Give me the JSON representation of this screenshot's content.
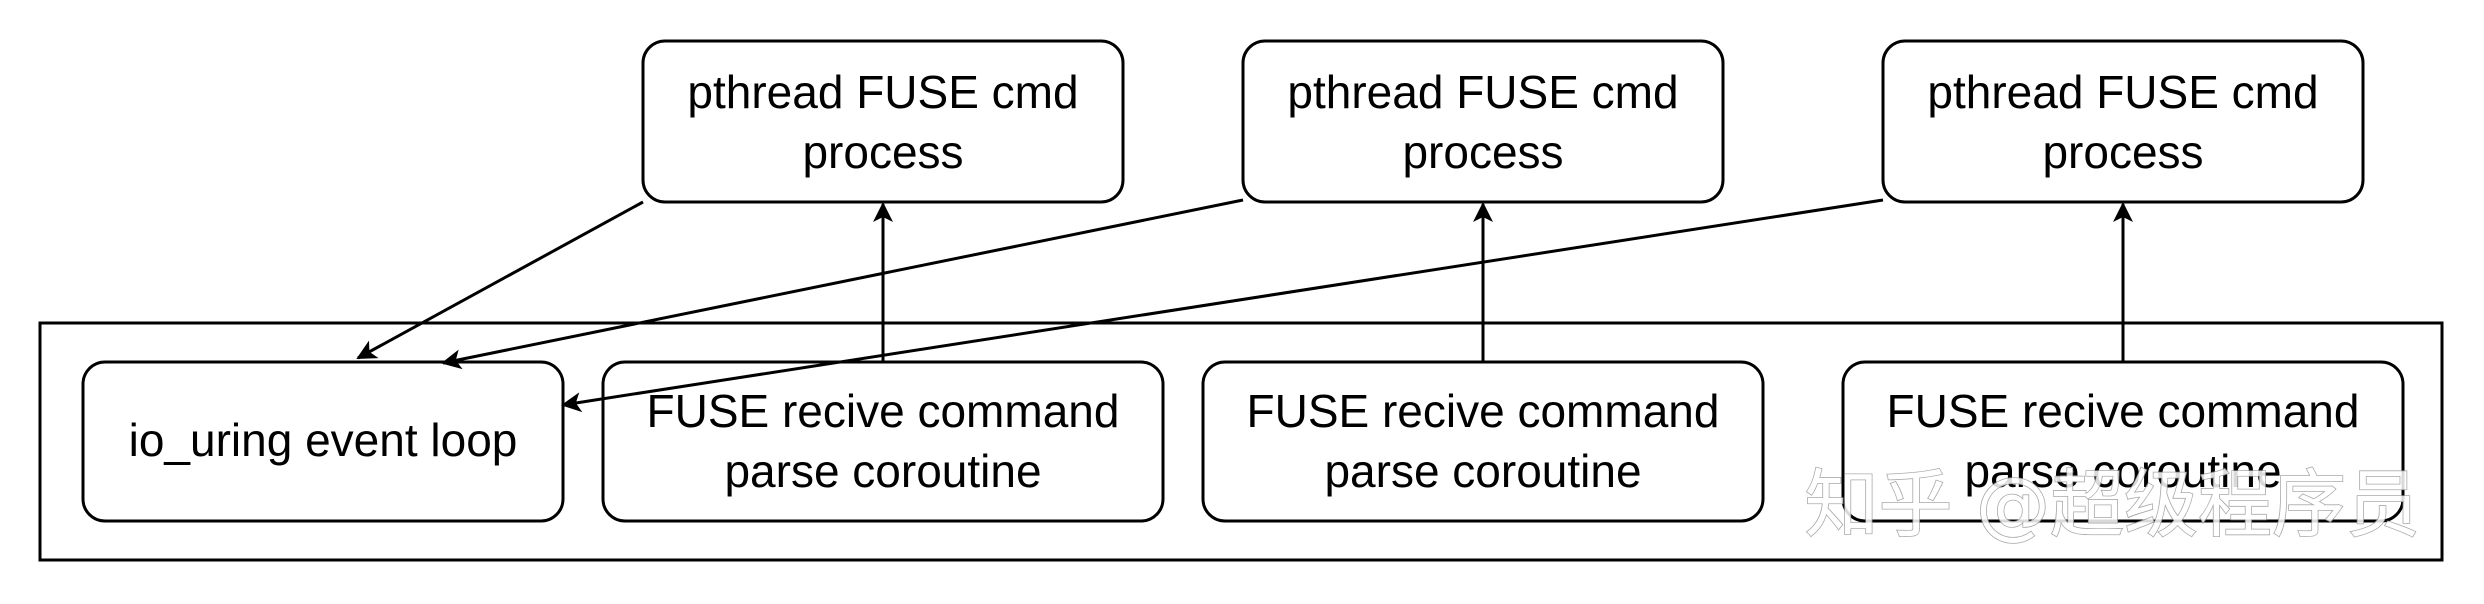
{
  "nodes": {
    "pthread_1": {
      "line1": "pthread FUSE cmd",
      "line2": "process"
    },
    "pthread_2": {
      "line1": "pthread FUSE cmd",
      "line2": "process"
    },
    "pthread_3": {
      "line1": "pthread FUSE cmd",
      "line2": "process"
    },
    "event_loop": {
      "line1": "io_uring event loop"
    },
    "coroutine_1": {
      "line1": "FUSE recive command",
      "line2": "parse coroutine"
    },
    "coroutine_2": {
      "line1": "FUSE recive command",
      "line2": "parse coroutine"
    },
    "coroutine_3": {
      "line1": "FUSE recive command",
      "line2": "parse coroutine"
    }
  },
  "watermark": "知乎 @超级程序员",
  "colors": {
    "stroke": "#000000",
    "background": "#ffffff",
    "watermark": "#9a9a9a"
  }
}
